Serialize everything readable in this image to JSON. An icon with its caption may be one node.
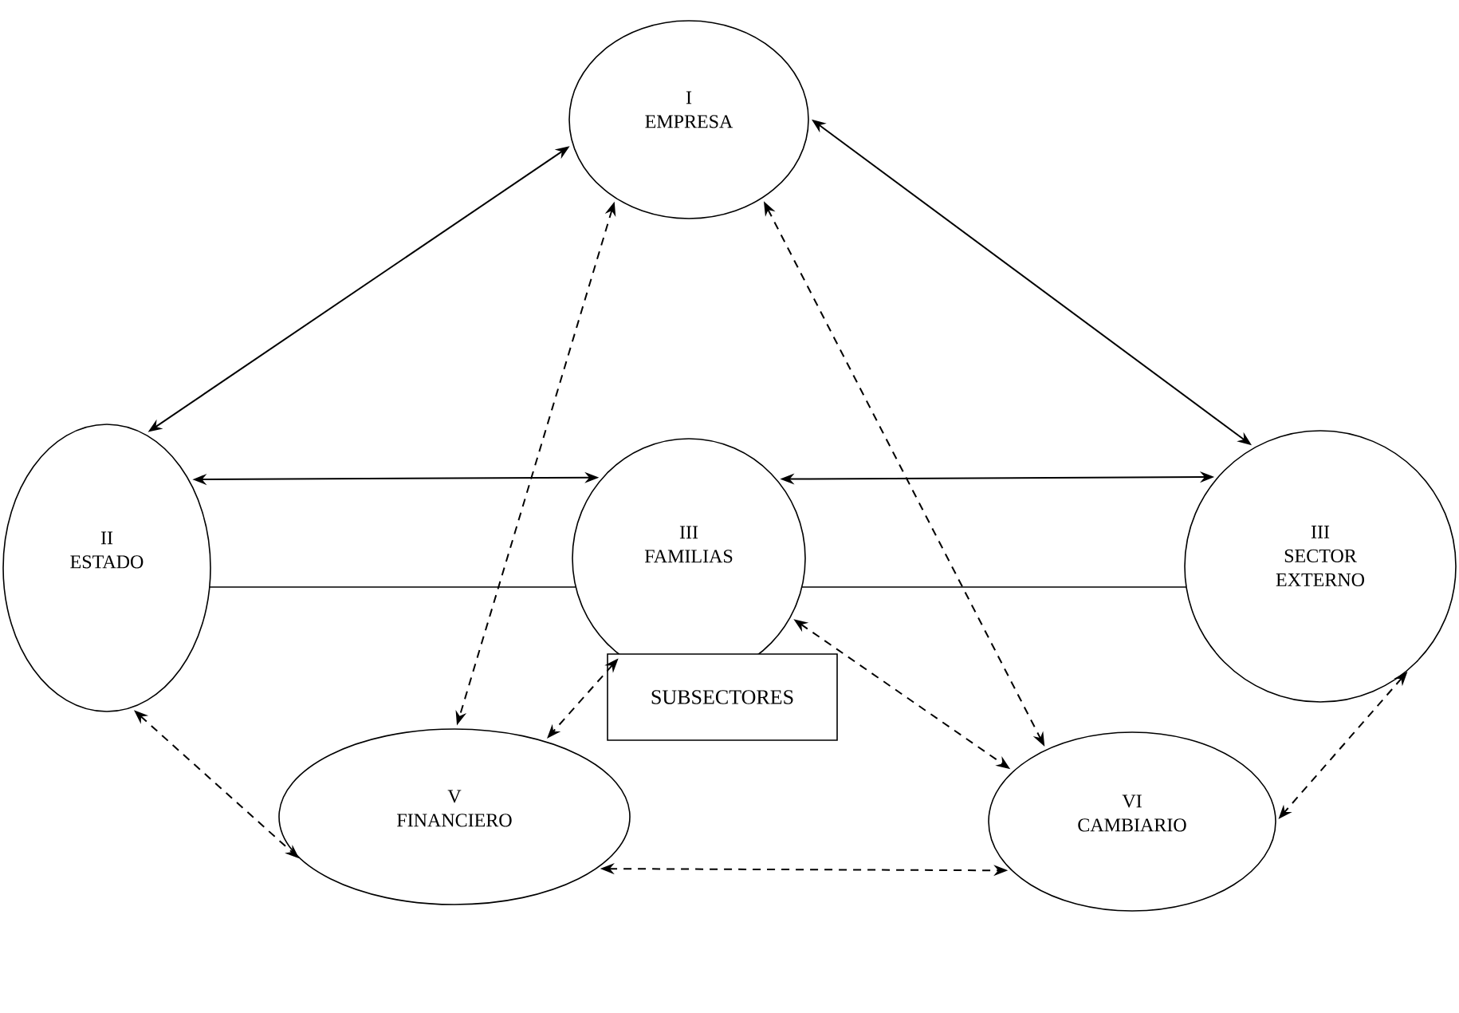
{
  "diagram": {
    "nodes": [
      {
        "text": [
          "I",
          "EMPRESA"
        ]
      },
      {
        "text": [
          "II",
          "ESTADO"
        ]
      },
      {
        "text": [
          "III",
          "FAMILIAS"
        ]
      },
      {
        "text": [
          "III",
          "SECTOR EXTERNO"
        ]
      },
      {
        "text": [
          "V",
          "FINANCIERO"
        ]
      },
      {
        "text": [
          "VI",
          "CAMBIARIO"
        ]
      },
      {
        "text": [
          "SUBSECTORES"
        ]
      }
    ],
    "edges": [
      {
        "from": 0,
        "to": 1,
        "arrow": "both"
      },
      {
        "from": 0,
        "to": 3,
        "arrow": "both"
      },
      {
        "from": 1,
        "to": 2,
        "arrow": "both"
      },
      {
        "from": 2,
        "to": 3,
        "arrow": "both"
      },
      {
        "from": 0,
        "to": 4,
        "arrow": "both",
        "style": "dashed"
      },
      {
        "from": 0,
        "to": 5,
        "arrow": "both",
        "style": "dashed"
      },
      {
        "from": 2,
        "to": 4,
        "arrow": "both",
        "style": "dashed"
      },
      {
        "from": 2,
        "to": 5,
        "arrow": "both",
        "style": "dashed"
      },
      {
        "from": 1,
        "to": 4,
        "arrow": "both",
        "style": "dashed"
      },
      {
        "from": 4,
        "to": 5,
        "arrow": "both",
        "style": "dashed"
      },
      {
        "from": 3,
        "to": 5,
        "arrow": "both",
        "style": "dashed"
      }
    ]
  }
}
